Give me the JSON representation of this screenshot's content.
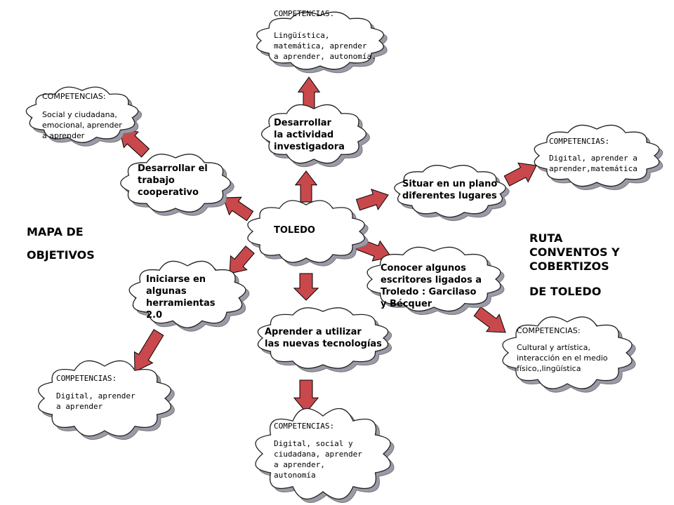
{
  "colors": {
    "arrow_fill": "#c9484c",
    "arrow_stroke": "#000000",
    "cloud_fill": "#ffffff",
    "cloud_shadow": "#9a9aa8"
  },
  "side_titles": {
    "left_line1": "MAPA DE",
    "left_line2": "OBJETIVOS",
    "right_line1": "RUTA\nCONVENTOS Y\nCOBERTIZOS",
    "right_line2": "DE TOLEDO"
  },
  "center": {
    "label": "TOLEDO"
  },
  "objectives": {
    "investigadora": "Desarrollar\nla actividad\ninvestigadora",
    "cooperativo": "Desarrollar el\ntrabajo\ncooperativo",
    "plano": "Situar en un plano\ndiferentes lugares",
    "escritores": "Conocer algunos\nescritores ligados a\nTroledo : Garcilaso\ny Bécquer",
    "herramientas": "Iniciarse en\nalgunas\nherramientas\n2.0",
    "tecnologias": "Aprender a utilizar\nlas nuevas tecnologías"
  },
  "competencias": {
    "top": {
      "title": "COMPETENCIAS.",
      "body": "Lingüística,\nmatemática, aprender\na aprender, autonomía."
    },
    "upper_left": {
      "title": "COMPETENCIAS:",
      "body": "Social y ciudadana,\nemocional, aprender\na aprender"
    },
    "upper_right": {
      "title": "COMPETENCIAS:",
      "body": "Digital, aprender a\naprender,matemática"
    },
    "lower_right": {
      "title": "COMPETENCIAS:",
      "body": "Cultural y artística,\ninteracción en el medio\nfísico,,lingüística"
    },
    "lower_left": {
      "title": "COMPETENCIAS:",
      "body": "   Digital, aprender\na aprender"
    },
    "bottom": {
      "title": "COMPETENCIAS:",
      "body": "Digital, social y\nciudadana, aprender\na aprender,\nautonomía"
    }
  }
}
